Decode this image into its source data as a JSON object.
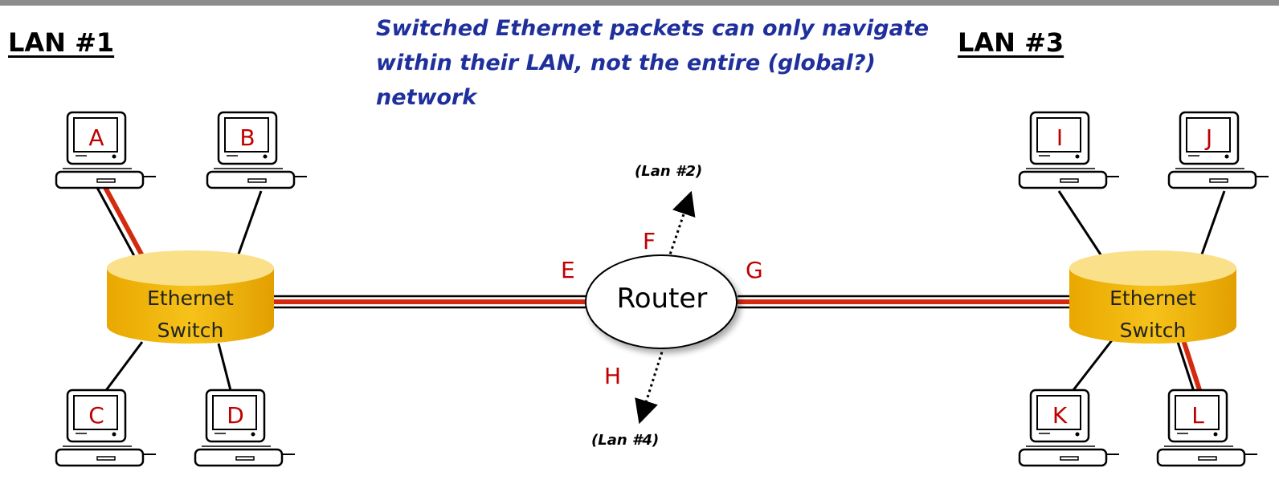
{
  "heading": {
    "lan1": "LAN #1",
    "lan3": "LAN #3",
    "note": "Switched Ethernet packets can only navigate within their LAN, not the entire (global?) network"
  },
  "router": {
    "label": "Router",
    "ports": {
      "e": "E",
      "f": "F",
      "g": "G",
      "h": "H"
    },
    "lan2": "(Lan #2)",
    "lan4": "(Lan #4)"
  },
  "switches": {
    "left": {
      "line1": "Ethernet",
      "line2": "Switch"
    },
    "right": {
      "line1": "Ethernet",
      "line2": "Switch"
    }
  },
  "computers": {
    "a": "A",
    "b": "B",
    "c": "C",
    "d": "D",
    "i": "I",
    "j": "J",
    "k": "K",
    "l": "L"
  },
  "colors": {
    "highlight_path": "#d42a10",
    "switch_fill": "#f2b705",
    "note_text": "#1f2f9c",
    "label_red": "#c00000"
  }
}
